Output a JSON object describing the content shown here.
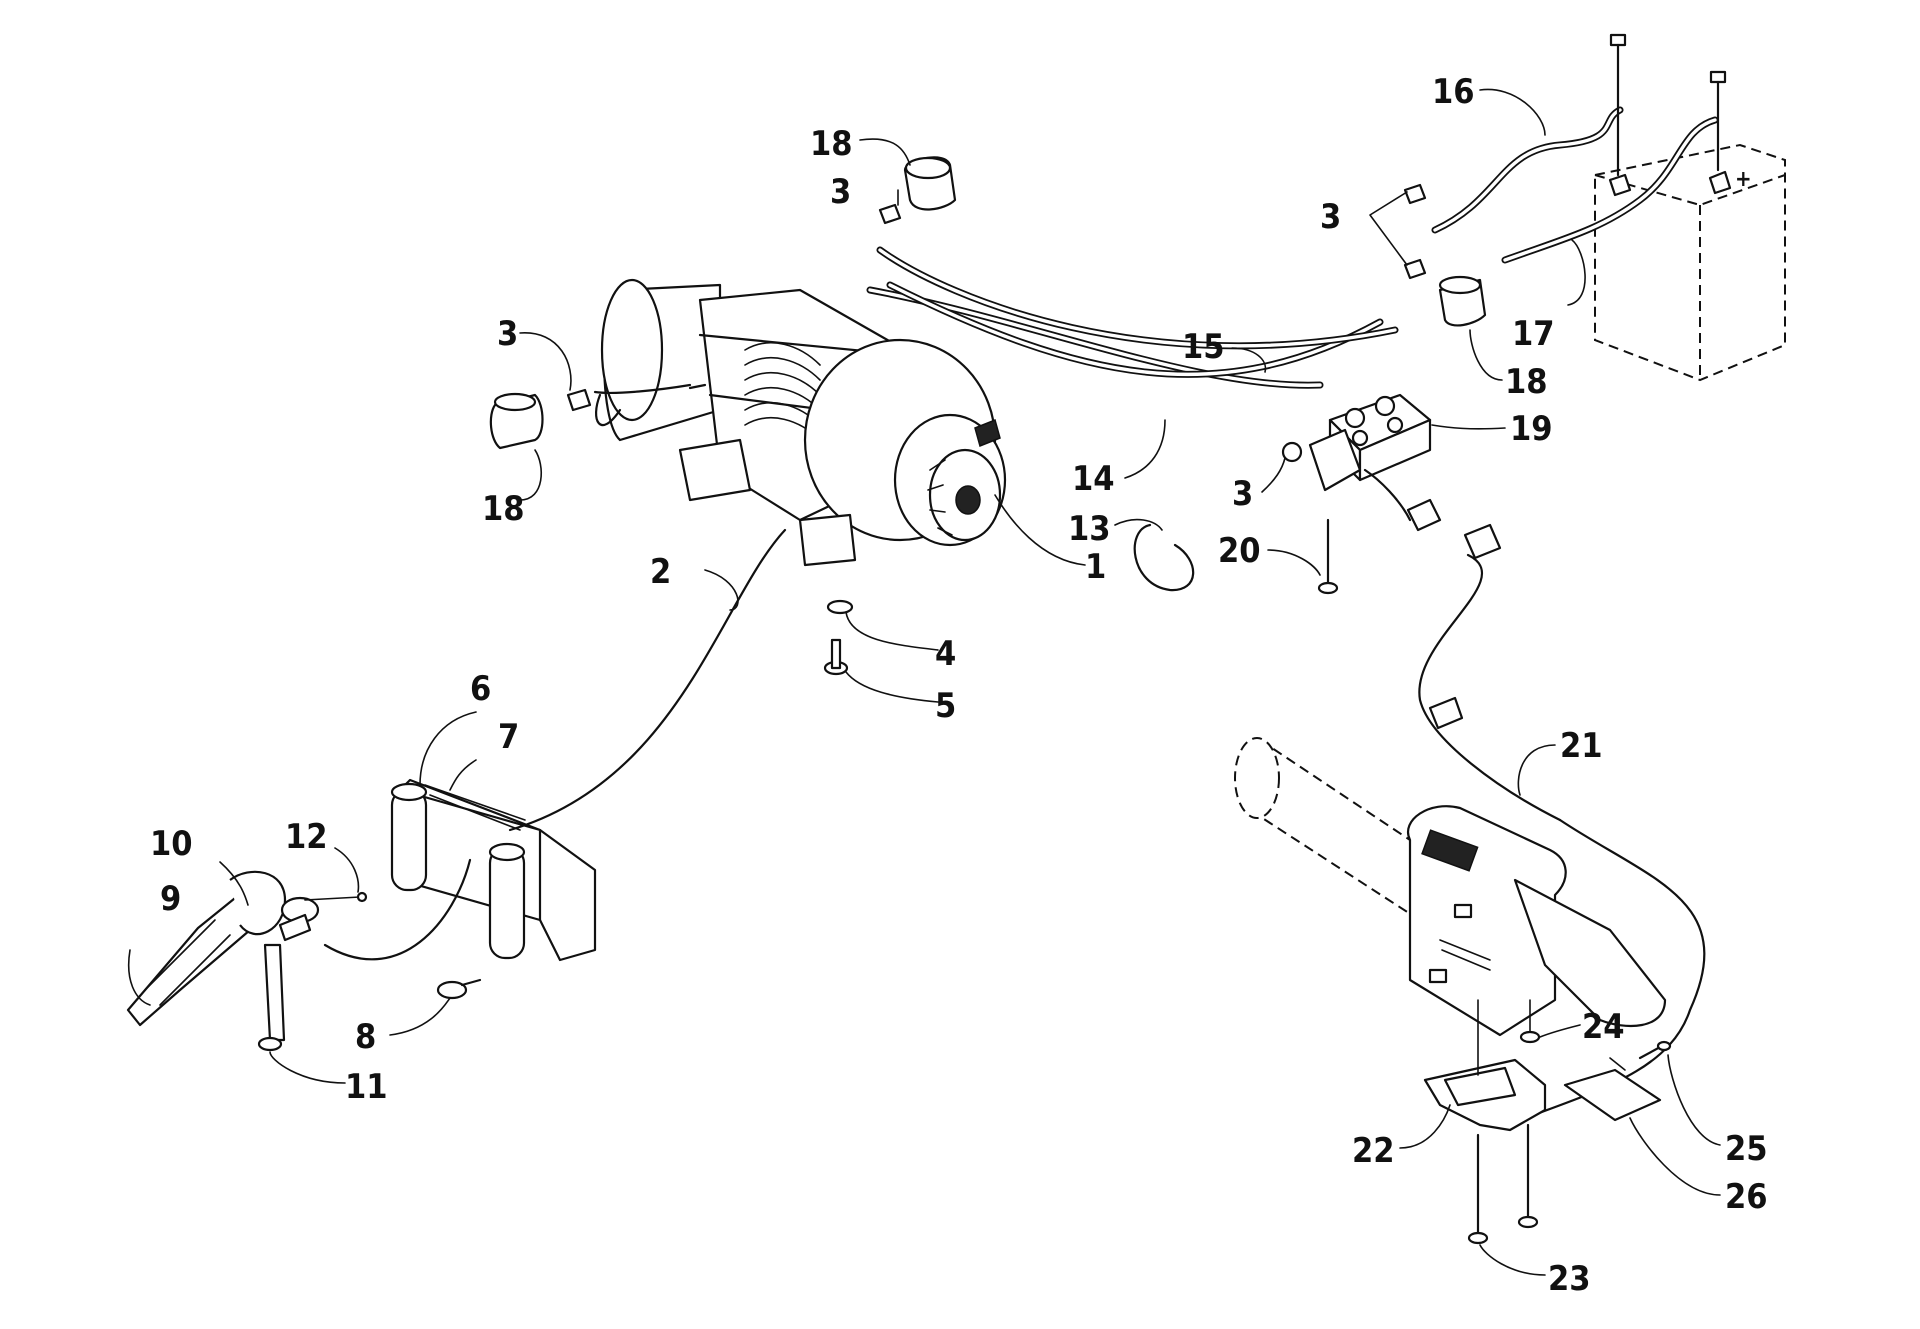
{
  "callouts": [
    {
      "id": "c1",
      "label": "1"
    },
    {
      "id": "c2",
      "label": "2"
    },
    {
      "id": "c3a",
      "label": "3"
    },
    {
      "id": "c3b",
      "label": "3"
    },
    {
      "id": "c3c",
      "label": "3"
    },
    {
      "id": "c3d",
      "label": "3"
    },
    {
      "id": "c4",
      "label": "4"
    },
    {
      "id": "c5",
      "label": "5"
    },
    {
      "id": "c6",
      "label": "6"
    },
    {
      "id": "c7",
      "label": "7"
    },
    {
      "id": "c8",
      "label": "8"
    },
    {
      "id": "c9",
      "label": "9"
    },
    {
      "id": "c10",
      "label": "10"
    },
    {
      "id": "c11",
      "label": "11"
    },
    {
      "id": "c12",
      "label": "12"
    },
    {
      "id": "c13",
      "label": "13"
    },
    {
      "id": "c14",
      "label": "14"
    },
    {
      "id": "c15",
      "label": "15"
    },
    {
      "id": "c16",
      "label": "16"
    },
    {
      "id": "c17",
      "label": "17"
    },
    {
      "id": "c18a",
      "label": "18"
    },
    {
      "id": "c18b",
      "label": "18"
    },
    {
      "id": "c18c",
      "label": "18"
    },
    {
      "id": "c19",
      "label": "19"
    },
    {
      "id": "c20",
      "label": "20"
    },
    {
      "id": "c21",
      "label": "21"
    },
    {
      "id": "c22",
      "label": "22"
    },
    {
      "id": "c23",
      "label": "23"
    },
    {
      "id": "c24",
      "label": "24"
    },
    {
      "id": "c25",
      "label": "25"
    },
    {
      "id": "c26",
      "label": "26"
    }
  ],
  "battery_terminal_mark": "+"
}
